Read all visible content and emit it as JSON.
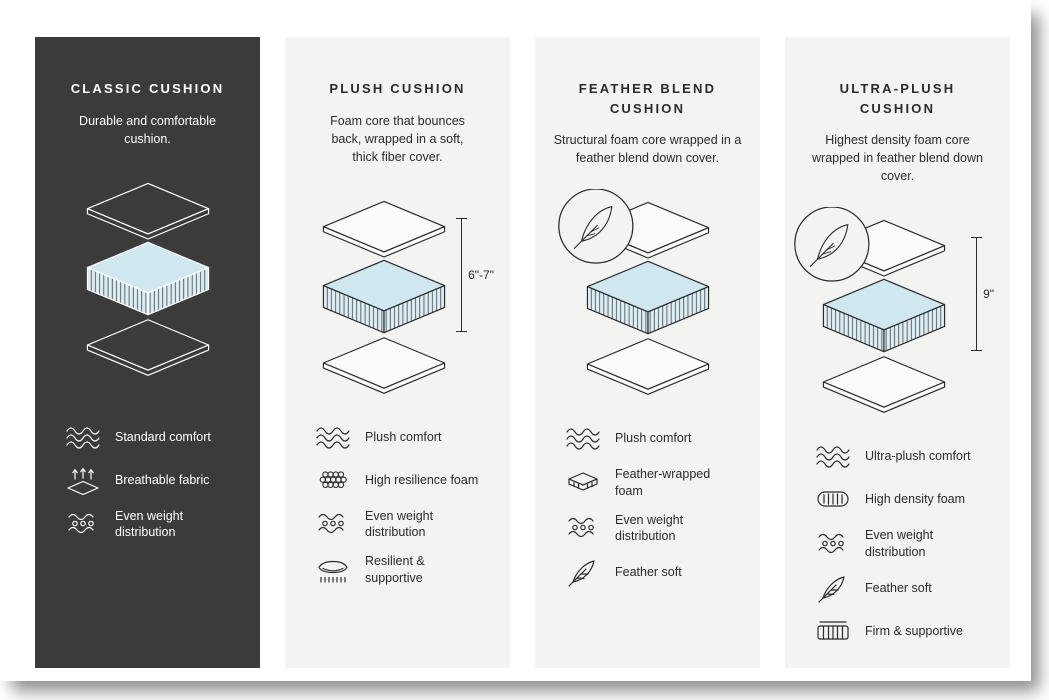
{
  "colors": {
    "dark_card": "#3b3b3b",
    "light_card": "#f3f3f1",
    "cushion_blue": "#cfe8ef",
    "cushion_blue_side": "#dceef4",
    "text_dark": "#2b2b2b",
    "text_light": "#ffffff"
  },
  "cards": [
    {
      "title": "CLASSIC CUSHION",
      "description": "Durable and comfortable cushion.",
      "features": [
        {
          "icon": "waves-icon",
          "label": "Standard comfort"
        },
        {
          "icon": "breathable-fabric-icon",
          "label": "Breathable fabric"
        },
        {
          "icon": "weight-distribution-icon",
          "label": "Even weight distribution"
        }
      ]
    },
    {
      "title": "PLUSH CUSHION",
      "description": "Foam core that bounces back, wrapped in a soft, thick fiber cover.",
      "dimension": "6\"-7\"",
      "features": [
        {
          "icon": "waves-icon",
          "label": "Plush comfort"
        },
        {
          "icon": "resilience-foam-icon",
          "label": "High resilience foam"
        },
        {
          "icon": "weight-distribution-icon",
          "label": "Even weight distribution"
        },
        {
          "icon": "resilient-supportive-icon",
          "label": "Resilient & supportive"
        }
      ]
    },
    {
      "title": "FEATHER BLEND CUSHION",
      "description": "Structural foam core wrapped in a feather blend down cover.",
      "features": [
        {
          "icon": "waves-icon",
          "label": "Plush comfort"
        },
        {
          "icon": "feather-wrapped-foam-icon",
          "label": "Feather-wrapped foam"
        },
        {
          "icon": "weight-distribution-icon",
          "label": "Even weight distribution"
        },
        {
          "icon": "feather-icon",
          "label": "Feather soft"
        }
      ]
    },
    {
      "title": "ULTRA-PLUSH CUSHION",
      "description": "Highest density foam core wrapped in feather blend down cover.",
      "dimension": "9\"",
      "features": [
        {
          "icon": "waves-icon",
          "label": "Ultra-plush comfort"
        },
        {
          "icon": "high-density-foam-icon",
          "label": "High density foam"
        },
        {
          "icon": "weight-distribution-icon",
          "label": "Even weight distribution"
        },
        {
          "icon": "feather-icon",
          "label": "Feather soft"
        },
        {
          "icon": "firm-supportive-icon",
          "label": "Firm & supportive"
        }
      ]
    }
  ]
}
